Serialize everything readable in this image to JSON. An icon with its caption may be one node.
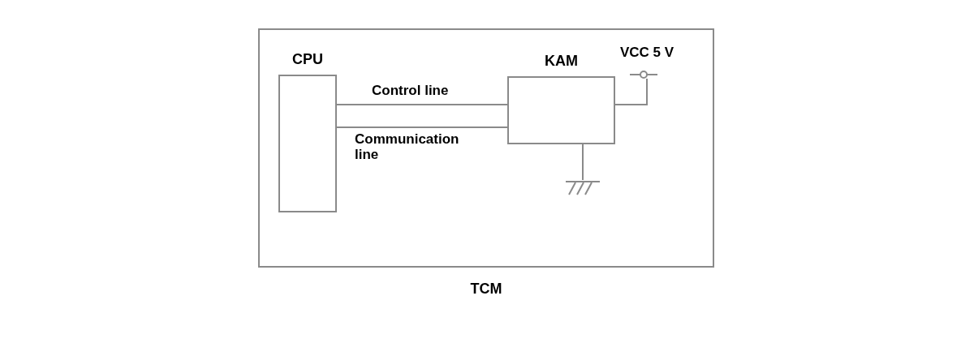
{
  "diagram": {
    "nodes": [
      {
        "text": [
          "TCM"
        ]
      },
      {
        "text": [
          "CPU"
        ],
        "in": 0
      },
      {
        "text": [
          "KAM"
        ],
        "in": 0
      },
      {
        "text": [
          "VCC 5 V"
        ],
        "in": 0
      },
      {
        "text": [],
        "shape": "ground",
        "in": 0
      }
    ],
    "edges": [
      {
        "from": 1,
        "to": 2,
        "arrow": "none",
        "label": "Control line"
      },
      {
        "from": 1,
        "to": 2,
        "arrow": "none",
        "label": "Communication line"
      },
      {
        "from": 2,
        "to": 3,
        "arrow": "none"
      },
      {
        "from": 2,
        "to": 4,
        "arrow": "none"
      }
    ]
  }
}
